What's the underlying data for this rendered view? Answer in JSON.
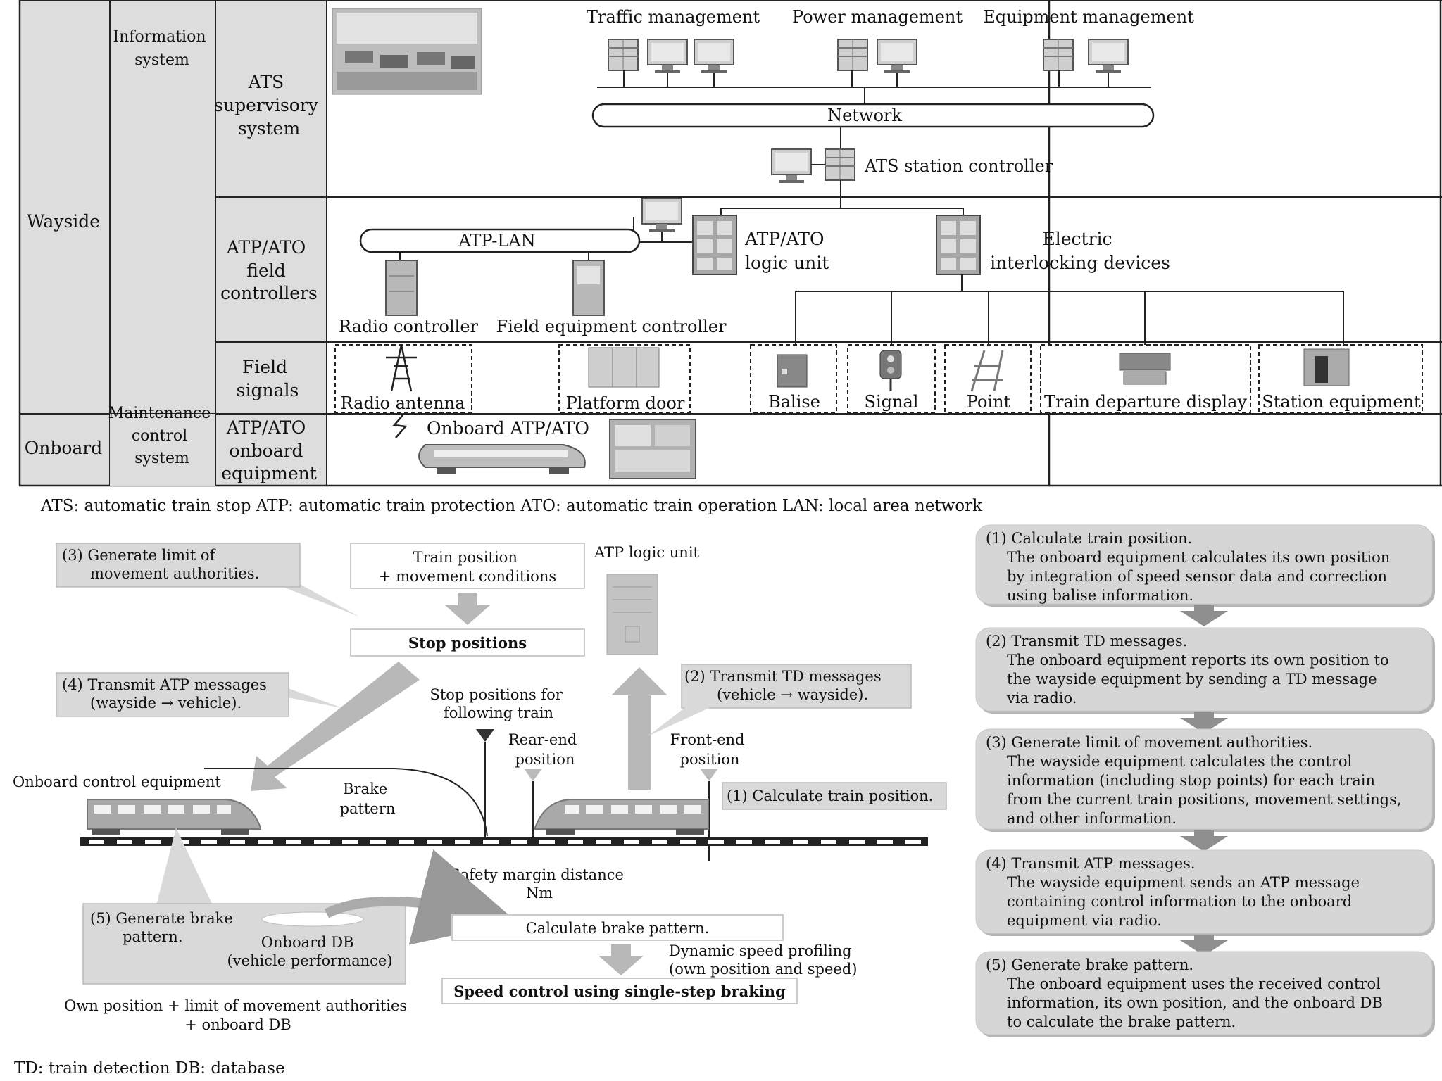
{
  "colors": {
    "panel_gray": "#dddddd",
    "frame": "#222222",
    "box_bg": "#ffffff",
    "arrow_gray": "#b8b8b8",
    "step_bg": "#d6d6d6",
    "callout_bg": "#d9d9d9"
  },
  "top": {
    "col_wayside": "Wayside",
    "col_onboard": "Onboard",
    "info_system": [
      "Information",
      "system"
    ],
    "maint_system": [
      "Maintenance",
      "control",
      "system"
    ],
    "row_ats": [
      "ATS",
      "supervisory",
      "system"
    ],
    "row_field_ctrl": [
      "ATP/ATO",
      "field",
      "controllers"
    ],
    "row_field_signals": [
      "Field",
      "signals"
    ],
    "row_onboard": [
      "ATP/ATO",
      "onboard",
      "equipment"
    ],
    "traffic_mgmt": "Traffic management",
    "power_mgmt": "Power management",
    "equip_mgmt": "Equipment management",
    "network": "Network",
    "ats_station_controller": "ATS station controller",
    "atp_lan": "ATP-LAN",
    "atp_ato_logic": [
      "ATP/ATO",
      "logic unit"
    ],
    "electric_interlocking": [
      "Electric",
      "interlocking devices"
    ],
    "radio_controller": "Radio controller",
    "field_equipment_controller": "Field equipment controller",
    "radio_antenna": "Radio antenna",
    "platform_door": "Platform door",
    "balise": "Balise",
    "signal": "Signal",
    "point": "Point",
    "train_departure_display": "Train departure display",
    "station_equipment": "Station equipment",
    "onboard_atp_ato": "Onboard ATP/ATO"
  },
  "legend_top": "ATS: automatic train stop   ATP: automatic train protection   ATO: automatic train operation   LAN: local area network",
  "bottom": {
    "callout_3": [
      "(3)  Generate limit of",
      "movement authorities."
    ],
    "callout_4": [
      "(4)  Transmit ATP messages",
      "(wayside → vehicle)."
    ],
    "callout_2": [
      "(2)  Transmit TD messages",
      "(vehicle → wayside)."
    ],
    "callout_1": "(1)  Calculate train position.",
    "callout_5": [
      "(5)  Generate brake",
      "pattern."
    ],
    "train_position_box": [
      "Train position",
      "+ movement conditions"
    ],
    "stop_positions": "Stop positions",
    "atp_logic_unit": "ATP logic unit",
    "stop_positions_following": [
      "Stop positions for",
      "following train"
    ],
    "rear_end": [
      "Rear-end",
      "position"
    ],
    "front_end": [
      "Front-end",
      "position"
    ],
    "onboard_control": "Onboard control equipment",
    "brake_pattern": [
      "Brake",
      "pattern"
    ],
    "safety_margin": [
      "Safety margin distance",
      "Nm"
    ],
    "onboard_db": [
      "Onboard DB",
      "(vehicle performance)"
    ],
    "calc_brake": "Calculate brake pattern.",
    "dynamic_speed": [
      "Dynamic speed profiling",
      "(own position and speed)"
    ],
    "speed_control": "Speed control using single-step braking",
    "own_position": [
      "Own position + limit of movement authorities",
      "+ onboard DB"
    ]
  },
  "steps": [
    {
      "title": "(1) Calculate train position.",
      "lines": [
        "The onboard equipment calculates its own position",
        "by integration of speed sensor data and correction",
        "using balise information."
      ]
    },
    {
      "title": "(2) Transmit TD messages.",
      "lines": [
        "The onboard equipment reports its own position to",
        "the wayside equipment by sending a TD message",
        "via radio."
      ]
    },
    {
      "title": "(3) Generate limit of movement authorities.",
      "lines": [
        "The wayside equipment calculates the control",
        "information (including stop points) for each train",
        "from the current train positions, movement settings,",
        "and other information."
      ]
    },
    {
      "title": "(4) Transmit ATP messages.",
      "lines": [
        "The wayside equipment sends an ATP message",
        "containing control information to the onboard",
        "equipment via radio."
      ]
    },
    {
      "title": "(5) Generate brake pattern.",
      "lines": [
        "The onboard equipment uses the received control",
        "information, its own position, and the onboard DB",
        "to calculate the brake pattern."
      ]
    }
  ],
  "legend_bottom": "TD: train detection   DB: database"
}
